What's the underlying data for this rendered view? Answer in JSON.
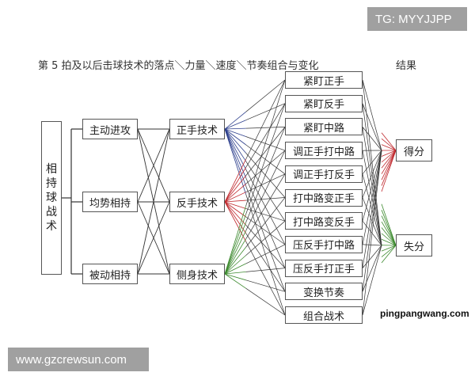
{
  "watermark_top": "TG: MYYJJPP",
  "watermark_bottom": "www.gzcrewsun.com",
  "site_caption": "pingpangwang.com",
  "title": "第 5 拍及以后击球技术的落点＼力量＼速度＼节奏组合与变化",
  "result_label": "结果",
  "root": [
    "相",
    "持",
    "球",
    "战",
    "术"
  ],
  "tactics": [
    "主动进攻",
    "均势相持",
    "被动相持"
  ],
  "techniques": [
    "正手技术",
    "反手技术",
    "侧身技术"
  ],
  "placements": [
    "紧盯正手",
    "紧盯反手",
    "紧盯中路",
    "调正手打中路",
    "调正手打反手",
    "打中路变正手",
    "打中路变反手",
    "压反手打中路",
    "压反手打正手",
    "变换节奏",
    "组合战术"
  ],
  "outcomes": [
    "得分",
    "失分"
  ],
  "line_colors": {
    "forehand": "#2c3e8c",
    "backhand": "#c0282d",
    "sideways": "#3c8a2e",
    "plain": "#333333",
    "to_win": "#c0282d",
    "to_lose": "#3c8a2e"
  }
}
